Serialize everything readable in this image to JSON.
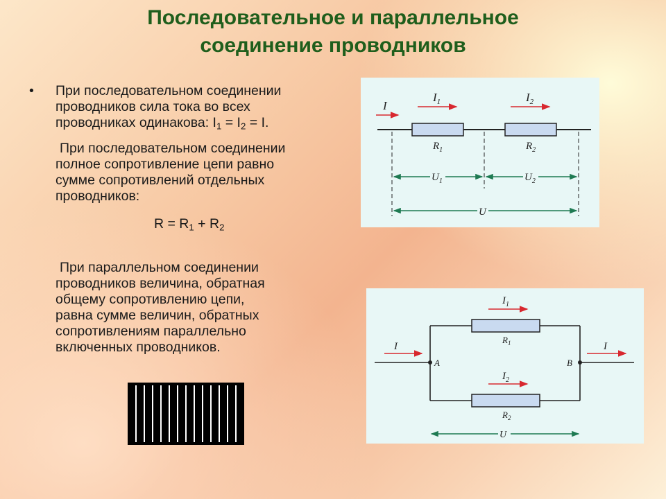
{
  "title": {
    "line1": "Последовательное и параллельное",
    "line2": "соединение проводников"
  },
  "bullet1": {
    "marker": "•",
    "line1": "При последовательном соединении",
    "line2": "проводников сила тока во всех",
    "line3_prefix": "проводниках одинакова: I",
    "sub1": "1",
    "eq1": " = I",
    "sub2": "2",
    "eq2": " = I."
  },
  "para2": {
    "line1": "При последовательном соединении",
    "line2": "полное сопротивление цепи равно",
    "line3": "сумме сопротивлений отдельных",
    "line4": "проводников:"
  },
  "formula": {
    "lhs": "R = R",
    "sub1": "1",
    "mid": " + R",
    "sub2": "2"
  },
  "para3": {
    "line1": "При параллельном соединении",
    "line2": "проводников величина, обратная",
    "line3": "общему сопротивлению цепи,",
    "line4": "равна сумме величин, обратных",
    "line5": "сопротивлениям параллельно",
    "line6": "включенных проводников."
  },
  "series_diagram": {
    "current": "I",
    "i1": "I",
    "i1_sub": "1",
    "i2": "I",
    "i2_sub": "2",
    "r1": "R",
    "r1_sub": "1",
    "r2": "R",
    "r2_sub": "2",
    "u1": "U",
    "u1_sub": "1",
    "u2": "U",
    "u2_sub": "2",
    "u_total": "U"
  },
  "parallel_diagram": {
    "current_in": "I",
    "current_out": "I",
    "i1": "I",
    "i1_sub": "1",
    "i2": "I",
    "i2_sub": "2",
    "r1": "R",
    "r1_sub": "1",
    "r2": "R",
    "r2_sub": "2",
    "node_a": "A",
    "node_b": "B",
    "u_total": "U"
  },
  "colors": {
    "title": "#1f5e1c",
    "resistor_fill": "#c9daf0",
    "arrow_red": "#d8282f",
    "dim_green": "#1e7a52",
    "panel_bg": "#e8f7f6"
  }
}
